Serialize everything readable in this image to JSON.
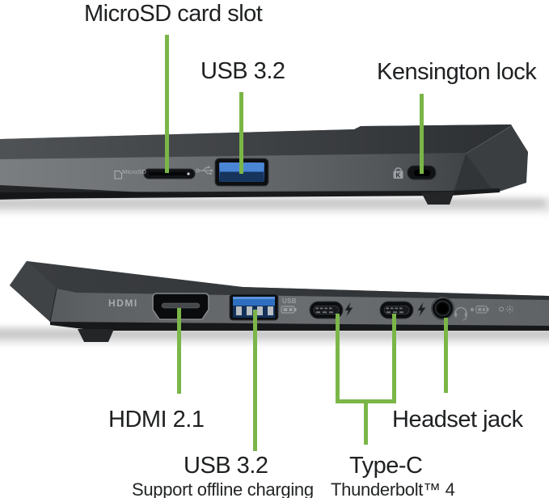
{
  "colors": {
    "background": "#ffffff",
    "accent_green": "#7ab648",
    "label_text": "#1e2022",
    "chassis_gray": "#626568",
    "usb_port_blue": "#2f6fc1"
  },
  "top_view": {
    "labels": {
      "microsd": "MicroSD card slot",
      "usb": "USB 3.2",
      "kensington": "Kensington lock"
    },
    "chassis_print": {
      "microsd": "MicroSD"
    }
  },
  "bottom_view": {
    "labels": {
      "hdmi": "HDMI 2.1",
      "usb": "USB 3.2",
      "typec": "Type-C",
      "headset": "Headset jack"
    },
    "notes": {
      "usb": "Support offline charging",
      "typec": "Thunderbolt™ 4"
    },
    "chassis_print": {
      "hdmi": "HDMI",
      "usb_badge": "USB"
    }
  },
  "icons": {
    "kensington_k_letter": "K",
    "names": [
      "microsd-card-icon",
      "usb-trident-icon",
      "kensington-lock-icon",
      "usb-charging-battery-icon",
      "thunderbolt-flash-icon",
      "headset-icon",
      "battery-indicator-icon",
      "power-light-indicator-icon"
    ]
  }
}
